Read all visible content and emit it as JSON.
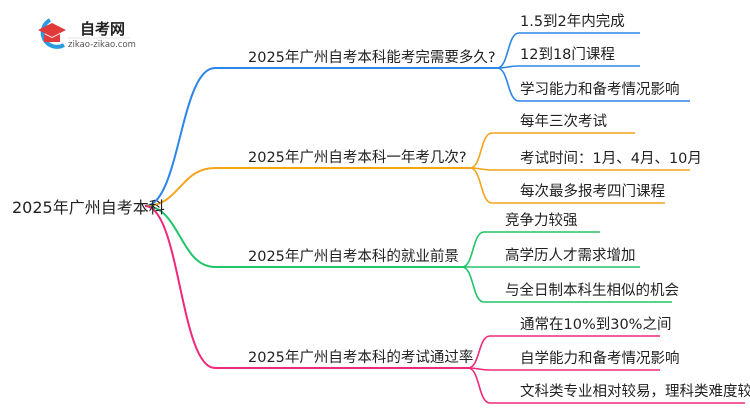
{
  "logo": {
    "name": "自考网",
    "domain": "zikao-zikao.com"
  },
  "colors": {
    "branch1": "#2b86e8",
    "branch2": "#f3a41c",
    "branch3": "#22c46a",
    "branch4": "#f0287a"
  },
  "root": "2025年广州自考本科",
  "branches": [
    {
      "label": "2025年广州自考本科能考完需要多久?",
      "children": [
        "1.5到2年内完成",
        "12到18门课程",
        "学习能力和备考情况影响"
      ]
    },
    {
      "label": "2025年广州自考本科一年考几次?",
      "children": [
        "每年三次考试",
        "考试时间：1月、4月、10月",
        "每次最多报考四门课程"
      ]
    },
    {
      "label": "2025年广州自考本科的就业前景",
      "children": [
        "竞争力较强",
        "高学历人才需求增加",
        "与全日制本科生相似的机会"
      ]
    },
    {
      "label": "2025年广州自考本科的考试通过率",
      "children": [
        "通常在10%到30%之间",
        "自学能力和备考情况影响",
        "文科类专业相对较易，理科类难度较高"
      ]
    }
  ]
}
